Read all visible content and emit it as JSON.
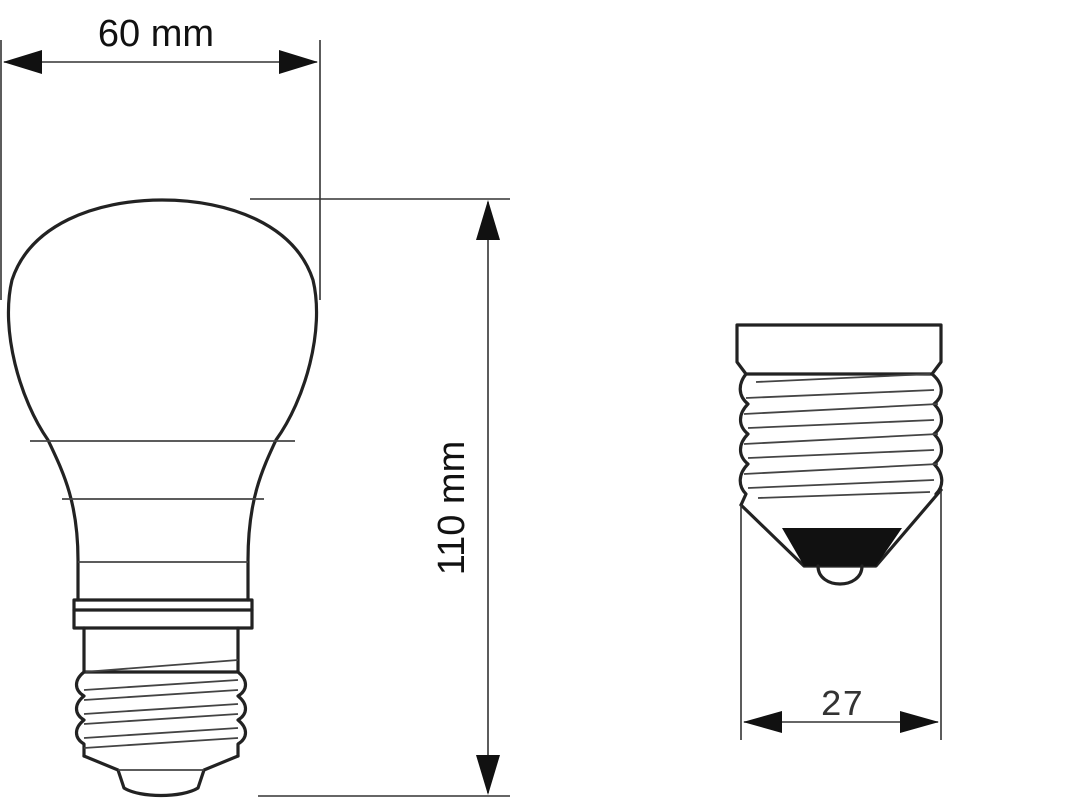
{
  "dimensions": {
    "width_label": "60 mm",
    "height_label": "110 mm",
    "base_label": "27"
  },
  "colors": {
    "line": "#222222",
    "background": "#ffffff"
  }
}
